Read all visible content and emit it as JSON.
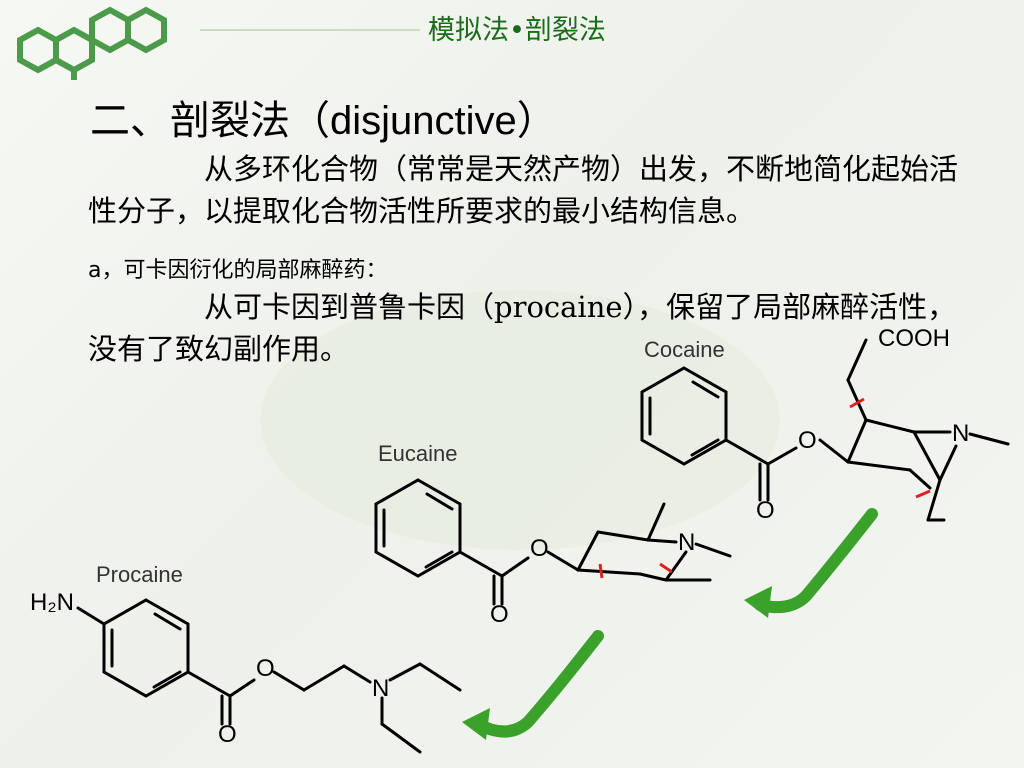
{
  "header": {
    "title": "模拟法•剖裂法"
  },
  "heading": {
    "prefix": "二、剖裂法（",
    "latin": "disjunctive",
    "suffix": "）"
  },
  "paragraph1": {
    "text": "从多环化合物（常常是天然产物）出发，不断地简化起始活性分子，以提取化合物活性所要求的最小结构信息。"
  },
  "subheading": {
    "text": "a，可卡因衍化的局部麻醉药："
  },
  "paragraph2": {
    "before": "从可卡因到普鲁卡因（",
    "latin": "procaine",
    "after": "），保留了局部麻醉活性，没有了致幻副作用。"
  },
  "molecules": {
    "cocaine": {
      "name": "Cocaine",
      "acid": "COOH",
      "nitrogen": "N",
      "oxygen": "O",
      "carbonyl": "O"
    },
    "eucaine": {
      "name": "Eucaine",
      "nitrogen": "N",
      "oxygen": "O",
      "carbonyl": "O"
    },
    "procaine": {
      "name": "Procaine",
      "amine": "H₂N",
      "nitrogen": "N",
      "oxygen": "O",
      "carbonyl": "O"
    }
  },
  "colors": {
    "accent": "#1a6b1a",
    "arrow": "#3aa12a",
    "cut_mark": "#e02020"
  }
}
